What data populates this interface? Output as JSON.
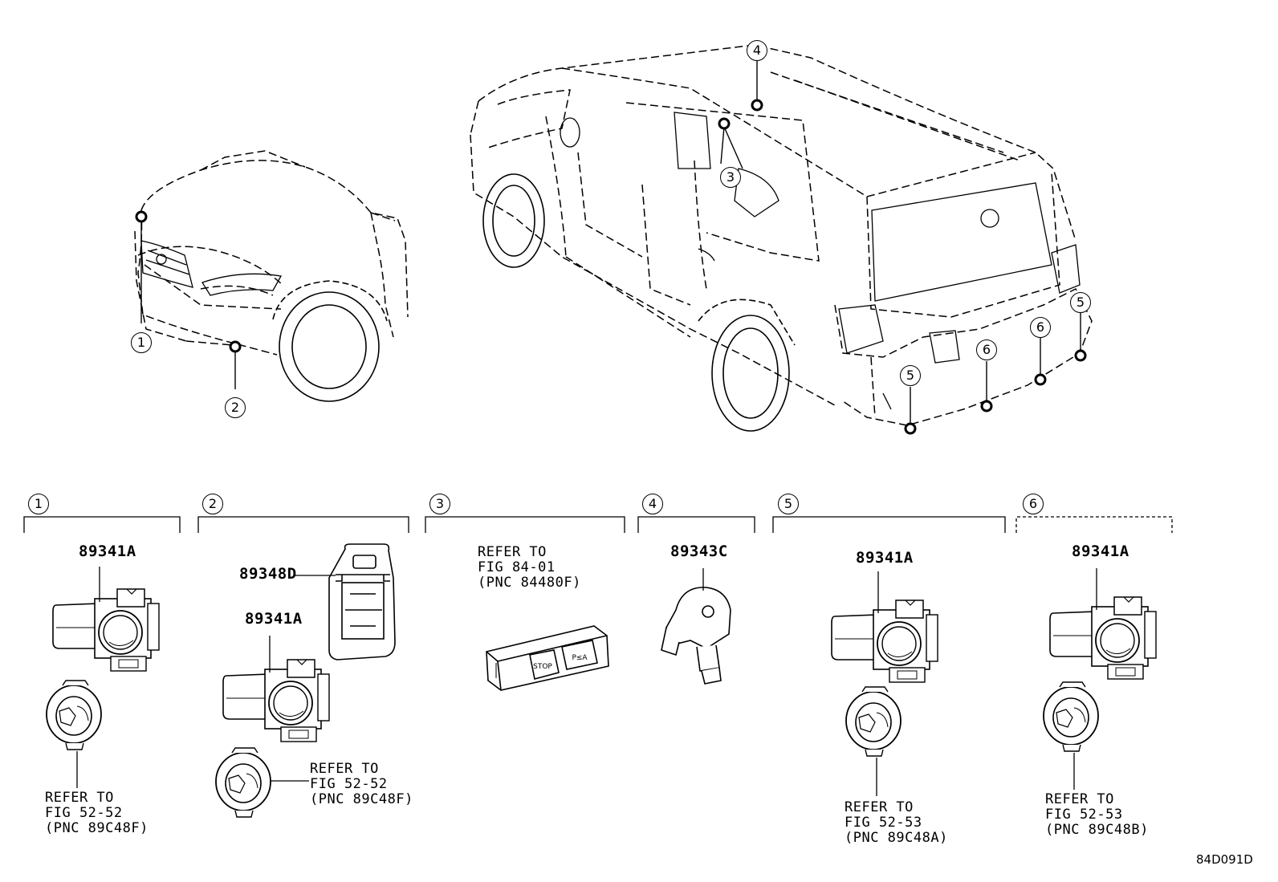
{
  "callouts": [
    "1",
    "2",
    "3",
    "4",
    "5",
    "6"
  ],
  "sections": [
    {
      "no": "1",
      "part": "89341A",
      "refer": "REFER TO\nFIG 52-52\n(PNC 89C48F)"
    },
    {
      "no": "2",
      "part_bracket": "89348D",
      "part": "89341A",
      "refer": "REFER TO\nFIG 52-52\n(PNC 89C48F)"
    },
    {
      "no": "3",
      "refer": "REFER TO\nFIG 84-01\n(PNC 84480F)",
      "switch_labels": [
        "STOP",
        "P≤A"
      ]
    },
    {
      "no": "4",
      "part": "89343C"
    },
    {
      "no": "5",
      "part": "89341A",
      "refer": "REFER TO\nFIG 52-53\n(PNC 89C48A)"
    },
    {
      "no": "6",
      "part": "89341A",
      "refer": "REFER TO\nFIG 52-53\n(PNC 89C48B)"
    }
  ],
  "diagram_code": "84D091D"
}
